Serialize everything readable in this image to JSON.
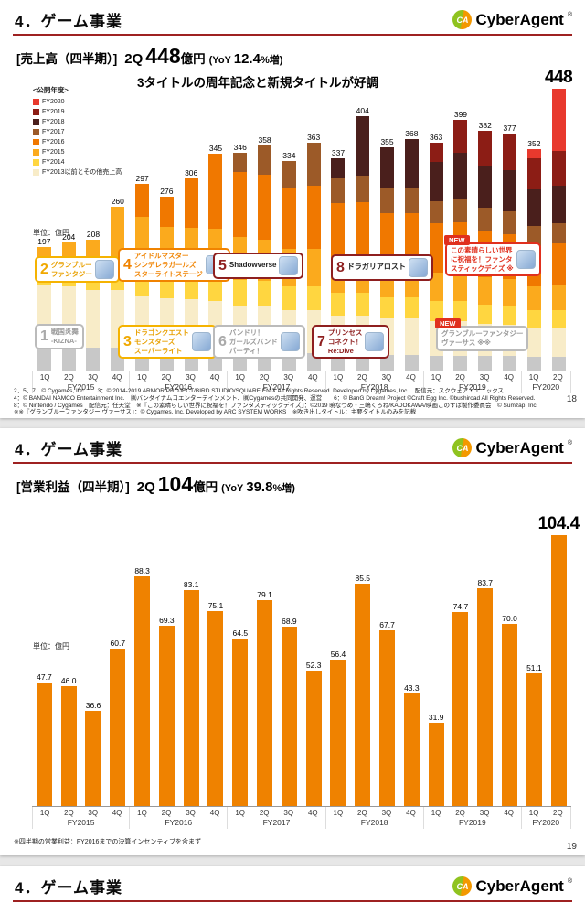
{
  "header": {
    "section_title": "4．ゲーム事業",
    "brand": "CyberAgent",
    "reg": "®",
    "mark": "CA"
  },
  "slide1": {
    "headline": {
      "bracket": "[売上高（四半期）]",
      "quarter": "2Q",
      "amount": "448",
      "amount_unit": "億円",
      "yoy_pre": "(YoY ",
      "yoy_val": "12.4",
      "yoy_post": "%増)"
    },
    "subtitle": "3タイトルの周年記念と新規タイトルが好調",
    "legend_title": "<公開年度>",
    "legend": [
      {
        "label": "FY2020",
        "color": "#e8392d"
      },
      {
        "label": "FY2019",
        "color": "#8c1d15"
      },
      {
        "label": "FY2018",
        "color": "#4a1f1c"
      },
      {
        "label": "FY2017",
        "color": "#9c5a28"
      },
      {
        "label": "FY2016",
        "color": "#f07800"
      },
      {
        "label": "FY2015",
        "color": "#fbaa1d"
      },
      {
        "label": "FY2014",
        "color": "#ffd640"
      },
      {
        "label": "FY2013以前とその他売上高",
        "color": "#f8ecc8"
      }
    ],
    "unit_label": "単位：億円",
    "callouts": [
      {
        "number": "2",
        "badge": "",
        "lines": [
          "グランブルー",
          "ファンタジー"
        ],
        "style": "gold",
        "icon": true
      },
      {
        "number": "4",
        "badge": "",
        "lines": [
          "アイドルマスター",
          "シンデレラガールズ",
          "スターライトステージ"
        ],
        "style": "orange",
        "icon": true
      },
      {
        "number": "5",
        "badge": "",
        "lines": [
          "Shadowverse"
        ],
        "style": "maroon",
        "icon": true
      },
      {
        "number": "8",
        "badge": "",
        "lines": [
          "ドラガリアロスト"
        ],
        "style": "maroon",
        "icon": true
      },
      {
        "number": "",
        "badge": "NEW",
        "lines": [
          "この素晴らしい世界",
          "に祝福を！ファンタ",
          "スティックデイズ ※"
        ],
        "style": "red",
        "icon": true
      },
      {
        "number": "1",
        "badge": "",
        "lines": [
          "戦国炎舞",
          "-KIZNA-"
        ],
        "style": "gray",
        "icon": false
      },
      {
        "number": "3",
        "badge": "",
        "lines": [
          "ドラゴンクエスト",
          "モンスターズ",
          "スーパーライト"
        ],
        "style": "gold",
        "icon": true
      },
      {
        "number": "6",
        "badge": "",
        "lines": [
          "バンドリ！",
          "ガールズバンド",
          "パーティ！"
        ],
        "style": "gray",
        "icon": true
      },
      {
        "number": "7",
        "badge": "",
        "lines": [
          "プリンセス",
          "コネクト！",
          "Re:Dive"
        ],
        "style": "maroon2",
        "icon": true
      },
      {
        "number": "",
        "badge": "NEW",
        "lines": [
          "グランブルーファンタジー",
          "ヴァーサス ※※"
        ],
        "style": "gray",
        "icon": false
      }
    ],
    "footnotes": [
      "2、5、7：© Cygames, Inc.　　3：© 2014-2019 ARMOR PROJECT/BIRD STUDIO/SQUARE ENIX All Rights Reserved. Developed by Cygames, Inc.　配信元：スクウェア・エニックス",
      "4：© BANDAI NAMCO Entertainment Inc.　㈱バンダイナムコエンターテインメント、㈱Cygamesの共同開発、運営　　6：© BanG Dream! Project ©Craft Egg Inc. ©bushiroad All Rights Reserved.",
      "8：© Nintendo / Cygames　配信元：任天堂　※『この素晴らしい世界に祝福を！ファンタスティックデイズ』：©2019 暁なつめ・三嶋くろね/KADOKAWA/映画このすば製作委員会　© Sumzap, Inc.",
      "※※『グランブルーファンタジー ヴァーサス』：© Cygames, Inc. Developed by ARC SYSTEM WORKS　※吹き出しタイトル：主要タイトルのみを記載"
    ],
    "page_number": "18"
  },
  "slide2": {
    "headline": {
      "bracket": "[営業利益（四半期）]",
      "quarter": "2Q",
      "amount": "104",
      "amount_unit": "億円",
      "yoy_pre": "(YoY ",
      "yoy_val": "39.8",
      "yoy_post": "%増)"
    },
    "unit_label": "単位：億円",
    "footnote": "※四半期の営業利益：FY2016までの決算インセンティブを含まず",
    "page_number": "19"
  },
  "chart_data": [
    {
      "type": "stacked-bar",
      "title": "売上高（四半期）",
      "unit": "億円",
      "ylim": [
        0,
        460
      ],
      "legend_position": "top-left",
      "stack_order": [
        "その他売上高",
        "FY2013以前",
        "FY2014",
        "FY2015",
        "FY2016",
        "FY2017",
        "FY2018",
        "FY2019",
        "FY2020"
      ],
      "colors": [
        "#c8c8c8",
        "#f8ecc8",
        "#ffd640",
        "#fbaa1d",
        "#f07800",
        "#9c5a28",
        "#4a1f1c",
        "#8c1d15",
        "#e8392d"
      ],
      "groups": [
        {
          "fy": "FY2015",
          "bars": [
            {
              "q": "1Q",
              "label": "197",
              "value": 197,
              "segments": [
                38,
                99,
                38,
                22
              ]
            },
            {
              "q": "2Q",
              "label": "204",
              "value": 204,
              "segments": [
                38,
                96,
                40,
                30
              ]
            },
            {
              "q": "3Q",
              "label": "208",
              "value": 208,
              "segments": [
                36,
                92,
                42,
                38
              ]
            },
            {
              "q": "4Q",
              "label": "260",
              "value": 260,
              "segments": [
                36,
                92,
                48,
                84
              ]
            }
          ]
        },
        {
          "fy": "FY2016",
          "bars": [
            {
              "q": "1Q",
              "label": "297",
              "value": 297,
              "segments": [
                34,
                86,
                44,
                80,
                53
              ]
            },
            {
              "q": "2Q",
              "label": "276",
              "value": 276,
              "segments": [
                33,
                82,
                42,
                72,
                47
              ]
            },
            {
              "q": "3Q",
              "label": "306",
              "value": 306,
              "segments": [
                33,
                80,
                42,
                72,
                79
              ]
            },
            {
              "q": "4Q",
              "label": "345",
              "value": 345,
              "segments": [
                32,
                78,
                42,
                74,
                119
              ]
            }
          ]
        },
        {
          "fy": "FY2017",
          "bars": [
            {
              "q": "1Q",
              "label": "346",
              "value": 346,
              "segments": [
                30,
                74,
                40,
                68,
                104,
                30
              ]
            },
            {
              "q": "2Q",
              "label": "358",
              "value": 358,
              "segments": [
                30,
                72,
                40,
                66,
                104,
                46
              ]
            },
            {
              "q": "3Q",
              "label": "334",
              "value": 334,
              "segments": [
                28,
                68,
                38,
                60,
                96,
                44
              ]
            },
            {
              "q": "4Q",
              "label": "363",
              "value": 363,
              "segments": [
                28,
                68,
                38,
                60,
                100,
                69
              ]
            }
          ]
        },
        {
          "fy": "FY2018",
          "bars": [
            {
              "q": "1Q",
              "label": "337",
              "value": 337,
              "segments": [
                26,
                62,
                36,
                54,
                88,
                40,
                31
              ]
            },
            {
              "q": "2Q",
              "label": "404",
              "value": 404,
              "segments": [
                26,
                62,
                36,
                54,
                90,
                42,
                94
              ]
            },
            {
              "q": "3Q",
              "label": "355",
              "value": 355,
              "segments": [
                25,
                58,
                34,
                50,
                84,
                40,
                64
              ]
            },
            {
              "q": "4Q",
              "label": "368",
              "value": 368,
              "segments": [
                25,
                58,
                34,
                50,
                84,
                40,
                77
              ]
            }
          ]
        },
        {
          "fy": "FY2019",
          "bars": [
            {
              "q": "1Q",
              "label": "363",
              "value": 363,
              "segments": [
                24,
                54,
                32,
                46,
                78,
                36,
                62,
                31
              ]
            },
            {
              "q": "2Q",
              "label": "399",
              "value": 399,
              "segments": [
                24,
                54,
                32,
                46,
                80,
                38,
                72,
                53
              ]
            },
            {
              "q": "3Q",
              "label": "382",
              "value": 382,
              "segments": [
                23,
                52,
                30,
                44,
                74,
                36,
                68,
                55
              ]
            },
            {
              "q": "4Q",
              "label": "377",
              "value": 377,
              "segments": [
                23,
                50,
                30,
                42,
                72,
                36,
                66,
                58
              ]
            }
          ]
        },
        {
          "fy": "FY2020",
          "bars": [
            {
              "q": "1Q",
              "label": "352",
              "value": 352,
              "segments": [
                22,
                46,
                28,
                38,
                64,
                32,
                58,
                50,
                14
              ]
            },
            {
              "q": "2Q",
              "label": "448",
              "value": 448,
              "big": true,
              "segments": [
                22,
                46,
                28,
                40,
                66,
                32,
                60,
                56,
                98
              ]
            }
          ]
        }
      ]
    },
    {
      "type": "bar",
      "title": "営業利益（四半期）",
      "unit": "億円",
      "ylim": [
        0,
        112
      ],
      "colors": [
        "#ef8200"
      ],
      "groups": [
        {
          "fy": "FY2015",
          "bars": [
            {
              "q": "1Q",
              "label": "47.7",
              "value": 47.7
            },
            {
              "q": "2Q",
              "label": "46.0",
              "value": 46.0
            },
            {
              "q": "3Q",
              "label": "36.6",
              "value": 36.6
            },
            {
              "q": "4Q",
              "label": "60.7",
              "value": 60.7
            }
          ]
        },
        {
          "fy": "FY2016",
          "bars": [
            {
              "q": "1Q",
              "label": "88.3",
              "value": 88.3
            },
            {
              "q": "2Q",
              "label": "69.3",
              "value": 69.3
            },
            {
              "q": "3Q",
              "label": "83.1",
              "value": 83.1
            },
            {
              "q": "4Q",
              "label": "75.1",
              "value": 75.1
            }
          ]
        },
        {
          "fy": "FY2017",
          "bars": [
            {
              "q": "1Q",
              "label": "64.5",
              "value": 64.5
            },
            {
              "q": "2Q",
              "label": "79.1",
              "value": 79.1
            },
            {
              "q": "3Q",
              "label": "68.9",
              "value": 68.9
            },
            {
              "q": "4Q",
              "label": "52.3",
              "value": 52.3
            }
          ]
        },
        {
          "fy": "FY2018",
          "bars": [
            {
              "q": "1Q",
              "label": "56.4",
              "value": 56.4
            },
            {
              "q": "2Q",
              "label": "85.5",
              "value": 85.5
            },
            {
              "q": "3Q",
              "label": "67.7",
              "value": 67.7
            },
            {
              "q": "4Q",
              "label": "43.3",
              "value": 43.3
            }
          ]
        },
        {
          "fy": "FY2019",
          "bars": [
            {
              "q": "1Q",
              "label": "31.9",
              "value": 31.9
            },
            {
              "q": "2Q",
              "label": "74.7",
              "value": 74.7
            },
            {
              "q": "3Q",
              "label": "83.7",
              "value": 83.7
            },
            {
              "q": "4Q",
              "label": "70.0",
              "value": 70.0
            }
          ]
        },
        {
          "fy": "FY2020",
          "bars": [
            {
              "q": "1Q",
              "label": "51.1",
              "value": 51.1
            },
            {
              "q": "2Q",
              "label": "104.4",
              "value": 104.4,
              "big": true
            }
          ]
        }
      ]
    }
  ]
}
